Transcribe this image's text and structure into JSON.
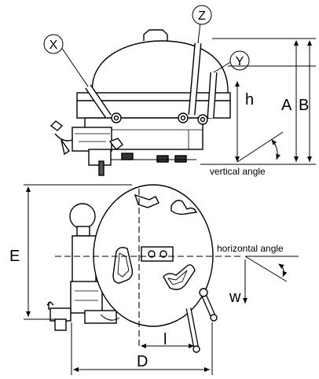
{
  "labels": {
    "X": "X",
    "Z": "Z",
    "Y": "Y",
    "h": "h",
    "A": "A",
    "B": "B",
    "E": "E",
    "w": "w",
    "l": "l",
    "D": "D",
    "vertical_angle": "vertical angle",
    "horizontal_angle": "horizontal angle"
  }
}
